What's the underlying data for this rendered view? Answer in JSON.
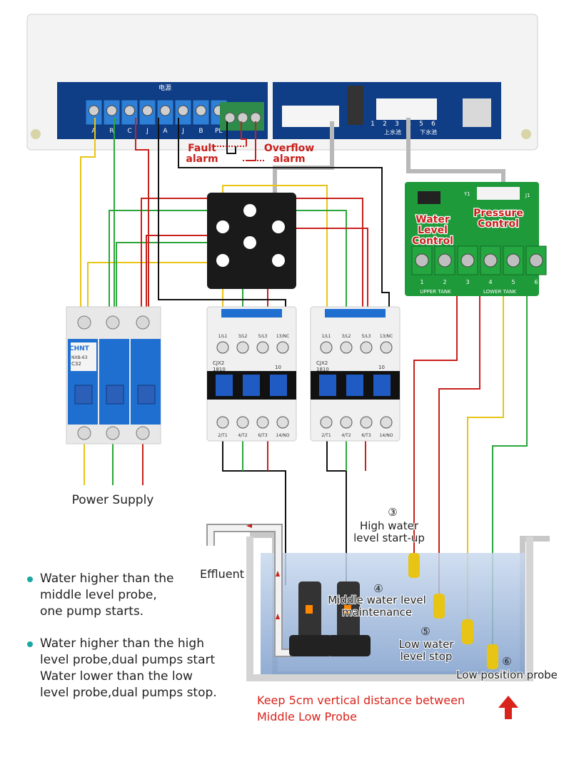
{
  "colors": {
    "red": "#c8201c",
    "green": "#2aa63a",
    "yellow": "#e8c414",
    "black": "#111111",
    "gray": "#b8b8b8",
    "water": "#9fbbe0",
    "board": "#0f3d86",
    "pcb": "#1f9a3a",
    "annot_red": "#d9241c",
    "bullet": "#1aa8a0"
  },
  "controller": {
    "terminals": [
      "A",
      "R",
      "C",
      "J",
      "A",
      "J",
      "B",
      "PE"
    ],
    "top_label": "电源",
    "probe_numbers": [
      "1",
      "2",
      "3",
      "4",
      "5",
      "6"
    ],
    "upper_tank": "上水池",
    "lower_tank": "下水池"
  },
  "alarms": {
    "fault": "Fault\nalarm",
    "overflow": "Overflow\nalarm"
  },
  "pcb": {
    "water_level": "Water\nLevel\nControl",
    "pressure": "Pressure\nControl",
    "upper_tank": "UPPER TANK",
    "lower_tank": "LOWER TANK",
    "jack": "J1",
    "chip": "Y1",
    "numbers": [
      "1",
      "2",
      "3",
      "4",
      "5",
      "6"
    ]
  },
  "breaker": {
    "brand": "CHNT",
    "model": "NXB-63",
    "rating": "C32",
    "label": "Power Supply"
  },
  "contactors": [
    {
      "model": "CJX2",
      "code": "1810",
      "top": [
        "1/L1",
        "3/L2",
        "5/L3",
        "13/NC"
      ],
      "bottom": [
        "2/T1",
        "4/T2",
        "6/T3",
        "14/NO"
      ],
      "aux": "10"
    },
    {
      "model": "CJX2",
      "code": "1810",
      "top": [
        "1/L1",
        "3/L2",
        "5/L3",
        "13/NC"
      ],
      "bottom": [
        "2/T1",
        "4/T2",
        "6/T3",
        "14/NO"
      ],
      "aux": "10"
    }
  ],
  "tank": {
    "effluent": "Effluent",
    "probes": [
      {
        "num": "③",
        "text": "High water\nlevel start-up"
      },
      {
        "num": "④",
        "text": "Middle water level\nmaintenance"
      },
      {
        "num": "⑤",
        "text": "Low water\nlevel stop"
      },
      {
        "num": "⑥",
        "text": "Low position probe"
      }
    ]
  },
  "bullets": [
    "Water higher than the\nmiddle level probe,\none pump starts.",
    "Water higher than the high\nlevel probe,dual pumps start\nWater lower than the low\nlevel probe,dual pumps stop."
  ],
  "note": "Keep 5cm vertical distance between\nMiddle Low Probe"
}
